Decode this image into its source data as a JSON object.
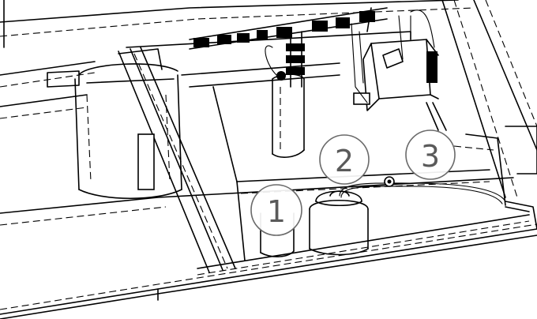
{
  "callouts": [
    {
      "label": "1"
    },
    {
      "label": "2"
    },
    {
      "label": "3"
    }
  ],
  "colors": {
    "line": "#000000",
    "callout_stroke": "#6a6a6a",
    "callout_text": "#5a5a5a",
    "background": "#ffffff"
  }
}
